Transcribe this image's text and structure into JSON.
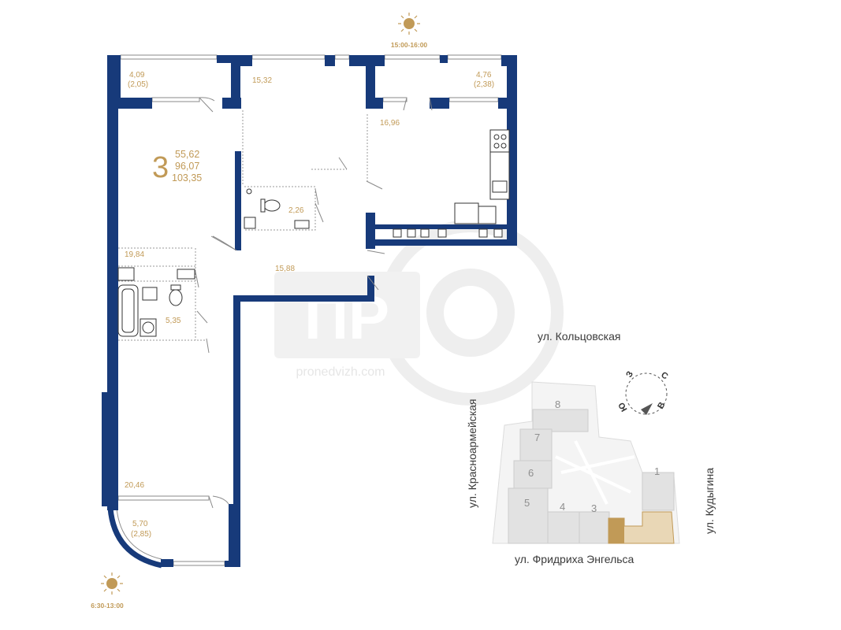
{
  "apartment": {
    "rooms_count": "3",
    "living_area": "55,62",
    "total_area": "96,07",
    "total_area_with_balconies": "103,35"
  },
  "rooms": [
    {
      "id": "balcony-top-left",
      "area": "4,09",
      "coef_area": "(2,05)"
    },
    {
      "id": "room-top-middle",
      "area": "15,32"
    },
    {
      "id": "balcony-top-right",
      "area": "4,76",
      "coef_area": "(2,38)"
    },
    {
      "id": "kitchen",
      "area": "16,96"
    },
    {
      "id": "bathroom-small",
      "area": "2,26"
    },
    {
      "id": "room-left",
      "area": "19,84"
    },
    {
      "id": "hallway",
      "area": "15,88"
    },
    {
      "id": "bathroom",
      "area": "5,35"
    },
    {
      "id": "room-bottom-left",
      "area": "20,46"
    },
    {
      "id": "balcony-bottom",
      "area": "5,70",
      "coef_area": "(2,85)"
    }
  ],
  "sun": {
    "top_time": "15:00-16:00",
    "bottom_time": "6:30-13:00"
  },
  "watermark": {
    "logo": "ПР",
    "site": "pronedvizh.com"
  },
  "site_plan": {
    "streets": {
      "north": "ул. Кольцовская",
      "west": "ул. Красноармейская",
      "south": "ул. Фридриха Энгельса",
      "east": "ул. Кудыгина"
    },
    "buildings": [
      "8",
      "7",
      "6",
      "5",
      "4",
      "3",
      "1"
    ],
    "compass": {
      "w": "З",
      "n": "С",
      "s": "Ю",
      "e": "В"
    }
  },
  "colors": {
    "wall": "#173a7a",
    "accent": "#c19a57",
    "highlight": "#e9d7b6"
  }
}
